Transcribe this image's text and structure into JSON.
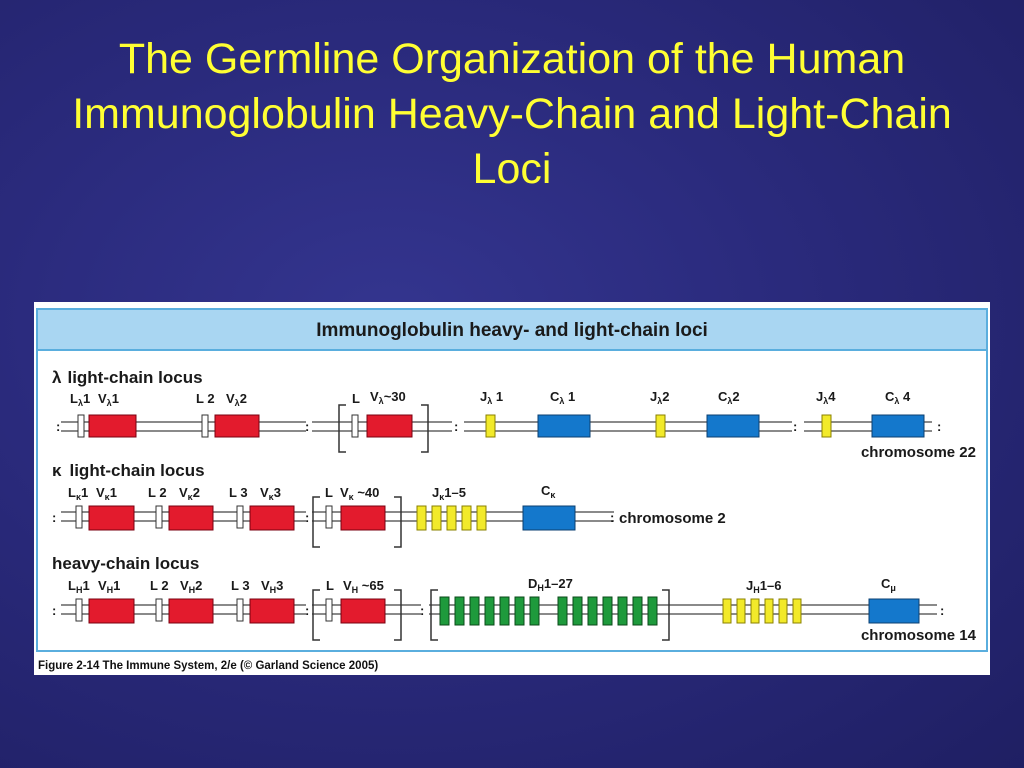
{
  "title": "The Germline Organization of the Human Immunoglobulin Heavy-Chain and Light-Chain Loci",
  "figure": {
    "banner": "Immunoglobulin heavy- and light-chain loci",
    "caption": "Figure 2-14 The Immune System, 2/e (© Garland Science 2005)",
    "lambda": {
      "locus_symbol": "λ",
      "locus_label": "light-chain locus",
      "chromosome": "chromosome 22",
      "labels": {
        "l1": "L",
        "l1_sub": "λ",
        "l1_num": "1",
        "v1": "V",
        "v1_sub": "λ",
        "v1_num": "1",
        "l2": "L 2",
        "v2": "V",
        "v2_sub": "λ",
        "v2_num": "2",
        "ln": "L",
        "vn": "V",
        "vn_sub": "λ",
        "vn_num": "~30",
        "j1": "J",
        "j1_sub": "λ",
        "j1_num": " 1",
        "c1": "C",
        "c1_sub": "λ",
        "c1_num": " 1",
        "j2": "J",
        "j2_sub": "λ",
        "j2_num": "2",
        "c2": "C",
        "c2_sub": "λ",
        "c2_num": "2",
        "j4": "J",
        "j4_sub": "λ",
        "j4_num": "4",
        "c4": "C",
        "c4_sub": "λ",
        "c4_num": " 4"
      }
    },
    "kappa": {
      "locus_symbol": "κ",
      "locus_label": "light-chain locus",
      "chromosome": "chromosome 2",
      "labels": {
        "l1": "L",
        "l1_sub": "κ",
        "l1_num": "1",
        "v1": "V",
        "v1_sub": "κ",
        "v1_num": "1",
        "l2": "L 2",
        "v2": "V",
        "v2_sub": "κ",
        "v2_num": "2",
        "l3": "L 3",
        "v3": "V",
        "v3_sub": "κ",
        "v3_num": "3",
        "ln": "L",
        "vn": "V",
        "vn_sub": "κ",
        "vn_num": " ~40",
        "j": "J",
        "j_sub": "κ",
        "j_num": "1–5",
        "c": "C",
        "c_sub": "κ"
      }
    },
    "heavy": {
      "locus_label": "heavy-chain locus",
      "chromosome": "chromosome 14",
      "labels": {
        "l1": "L",
        "l1_sub": "H",
        "l1_num": "1",
        "v1": "V",
        "v1_sub": "H",
        "v1_num": "1",
        "l2": "L 2",
        "v2": "V",
        "v2_sub": "H",
        "v2_num": "2",
        "l3": "L 3",
        "v3": "V",
        "v3_sub": "H",
        "v3_num": "3",
        "ln": "L",
        "vn": "V",
        "vn_sub": "H",
        "vn_num": " ~65",
        "d": "D",
        "d_sub": "H",
        "d_num": "1–27",
        "j": "J",
        "j_sub": "H",
        "j_num": "1–6",
        "c": "C",
        "c_sub": "μ"
      }
    }
  },
  "colors": {
    "title": "#ffff33",
    "v_segment": "#e31b2d",
    "c_segment": "#1478cc",
    "j_segment": "#f2ea2a",
    "d_segment": "#1e9a3c",
    "banner_bg": "#a9d6f2",
    "panel_border": "#5aaede"
  }
}
